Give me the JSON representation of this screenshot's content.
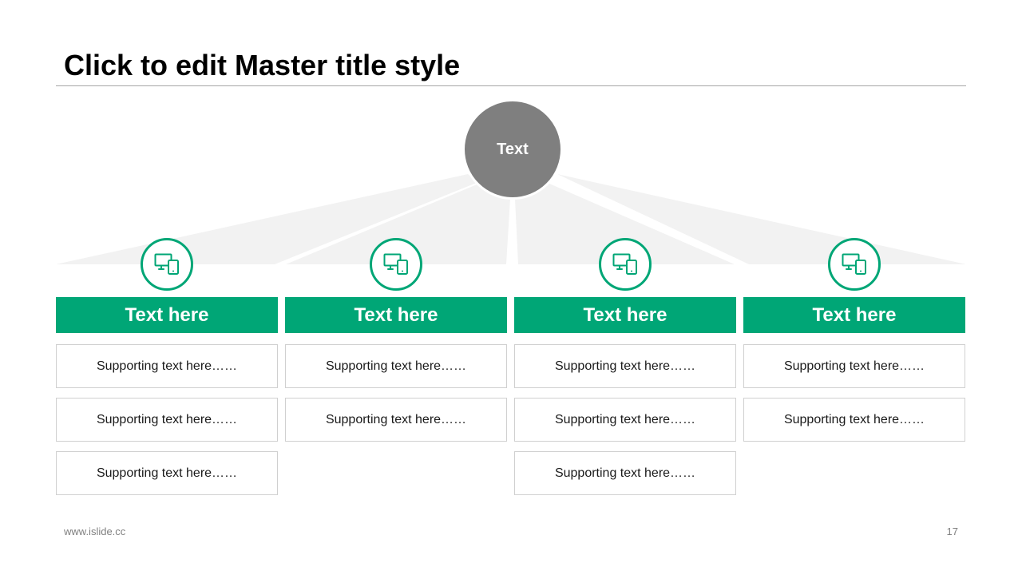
{
  "slide": {
    "title": "Click to edit Master title style",
    "hub_label": "Text",
    "footer_url": "www.islide.cc",
    "page_number": "17"
  },
  "colors": {
    "accent": "#00a676",
    "hub": "#7f7f7f",
    "rays": "#f2f2f2",
    "box_border": "#d0d0d0"
  },
  "columns": [
    {
      "icon": "devices-icon",
      "header": "Text here",
      "items": [
        "Supporting text here……",
        "Supporting text here……",
        "Supporting text here……"
      ]
    },
    {
      "icon": "devices-icon",
      "header": "Text here",
      "items": [
        "Supporting text here……",
        "Supporting text here……"
      ]
    },
    {
      "icon": "devices-icon",
      "header": "Text here",
      "items": [
        "Supporting text here……",
        "Supporting text here……",
        "Supporting text here……"
      ]
    },
    {
      "icon": "devices-icon",
      "header": "Text here",
      "items": [
        "Supporting text here……",
        "Supporting text here……"
      ]
    }
  ]
}
